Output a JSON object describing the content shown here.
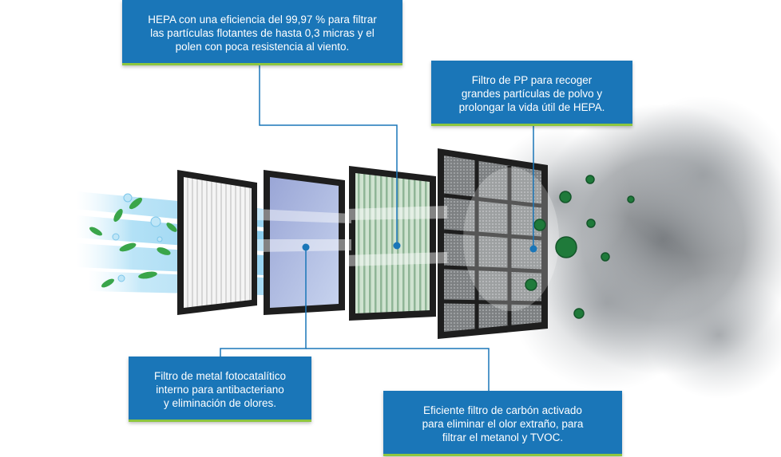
{
  "colors": {
    "callout_bg": "#1a76b8",
    "callout_accent": "#8dc63f",
    "connector": "#1a76b8",
    "filter_frame": "#1e1e1e",
    "germ": "#1f7a3a",
    "leaf": "#3aa54a"
  },
  "callouts": {
    "hepa": "HEPA con una eficiencia del 99,97 % para filtrar\nlas partículas flotantes de hasta 0,3 micras y el\npolen con poca resistencia al viento.",
    "pp": "Filtro de PP para recoger\ngrandes partículas de polvo y\nprolongar la vida útil de HEPA.",
    "metal": "Filtro de metal fotocatalítico\ninterno para antibacteriano\ny eliminación de olores.",
    "carbon": "Eficiente filtro de carbón activado\npara eliminar el olor extraño, para\nfiltrar el metanol y TVOC."
  },
  "filters": [
    "hepa-filter",
    "photocatalytic-filter",
    "activated-carbon-filter",
    "pp-prefilter"
  ],
  "icons": [
    "leaf-icon",
    "water-droplet-icon",
    "germ-icon",
    "smoke-cloud-icon",
    "clean-air-icon"
  ]
}
